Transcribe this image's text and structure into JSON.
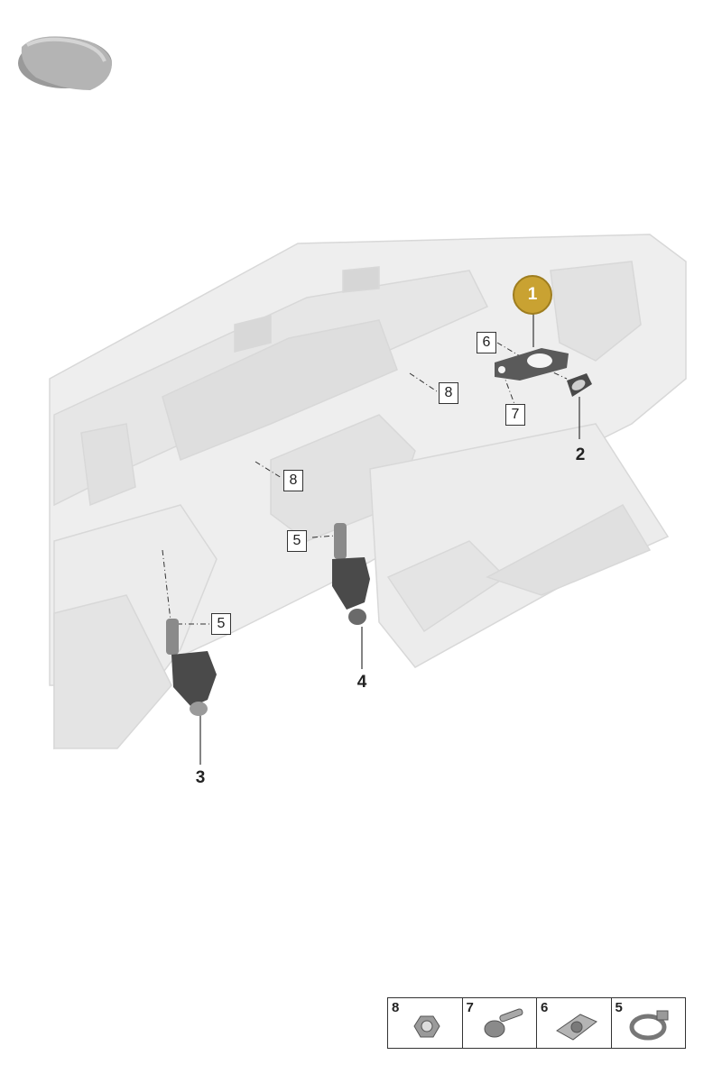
{
  "callout": {
    "label": "1"
  },
  "parts": [
    {
      "label": "2"
    },
    {
      "label": "3"
    },
    {
      "label": "4"
    }
  ],
  "box_labels": {
    "five_a": "5",
    "five_b": "5",
    "six": "6",
    "seven": "7",
    "eight_a": "8",
    "eight_b": "8"
  },
  "legend": [
    {
      "label": "8",
      "icon": "nut-icon"
    },
    {
      "label": "7",
      "icon": "bolt-icon"
    },
    {
      "label": "6",
      "icon": "clip-nut-icon"
    },
    {
      "label": "5",
      "icon": "hose-clamp-icon"
    }
  ],
  "colors": {
    "callout": "#c9a232",
    "structure": "#e8e8e8",
    "part": "#4a4a4a"
  }
}
